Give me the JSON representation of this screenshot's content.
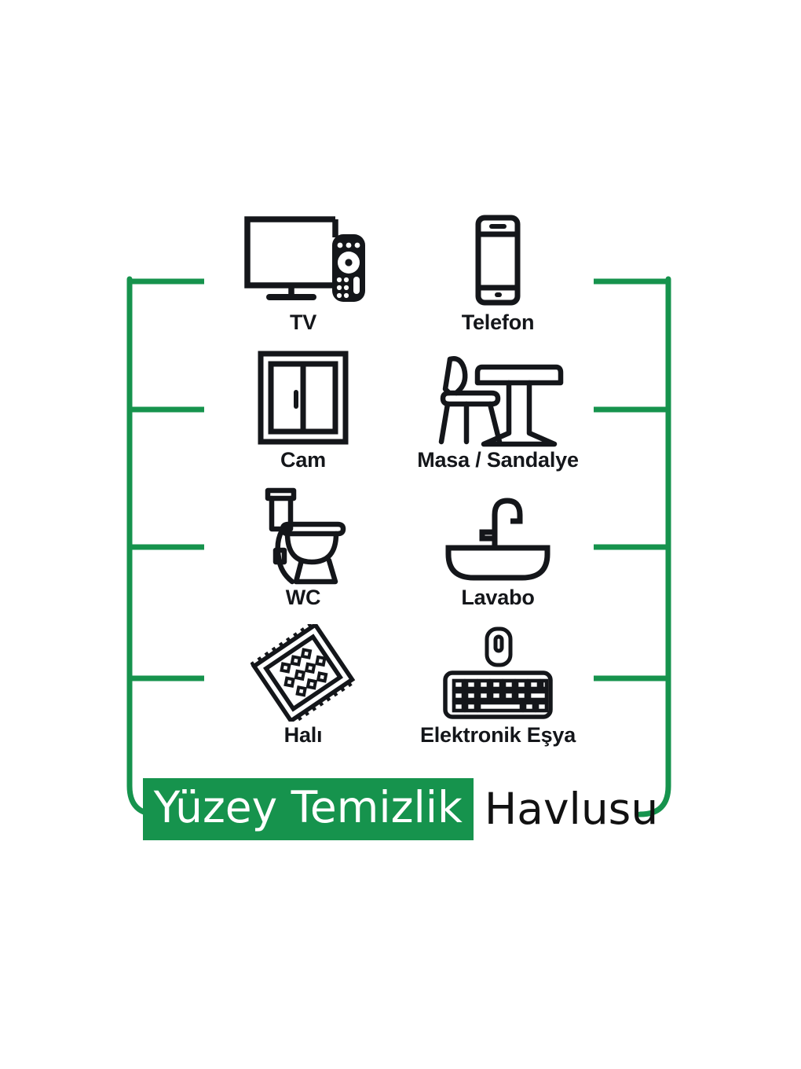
{
  "theme": {
    "accent_green": "#16934d",
    "ink": "#14161a",
    "background": "#ffffff"
  },
  "brackets": {
    "left": {
      "name": "left-green-bracket",
      "tick_count": 4
    },
    "right": {
      "name": "right-green-bracket",
      "tick_count": 4
    }
  },
  "grid": {
    "items": [
      {
        "icon": "tv-icon",
        "label": "TV"
      },
      {
        "icon": "phone-icon",
        "label": "Telefon"
      },
      {
        "icon": "window-icon",
        "label": "Cam"
      },
      {
        "icon": "table-chair-icon",
        "label": "Masa / Sandalye"
      },
      {
        "icon": "toilet-icon",
        "label": "WC"
      },
      {
        "icon": "sink-icon",
        "label": "Lavabo"
      },
      {
        "icon": "rug-icon",
        "label": "Halı"
      },
      {
        "icon": "keyboard-mouse-icon",
        "label": "Elektronik Eşya"
      }
    ]
  },
  "title": {
    "highlight": "Yüzey Temizlik",
    "plain": "Havlusu"
  }
}
